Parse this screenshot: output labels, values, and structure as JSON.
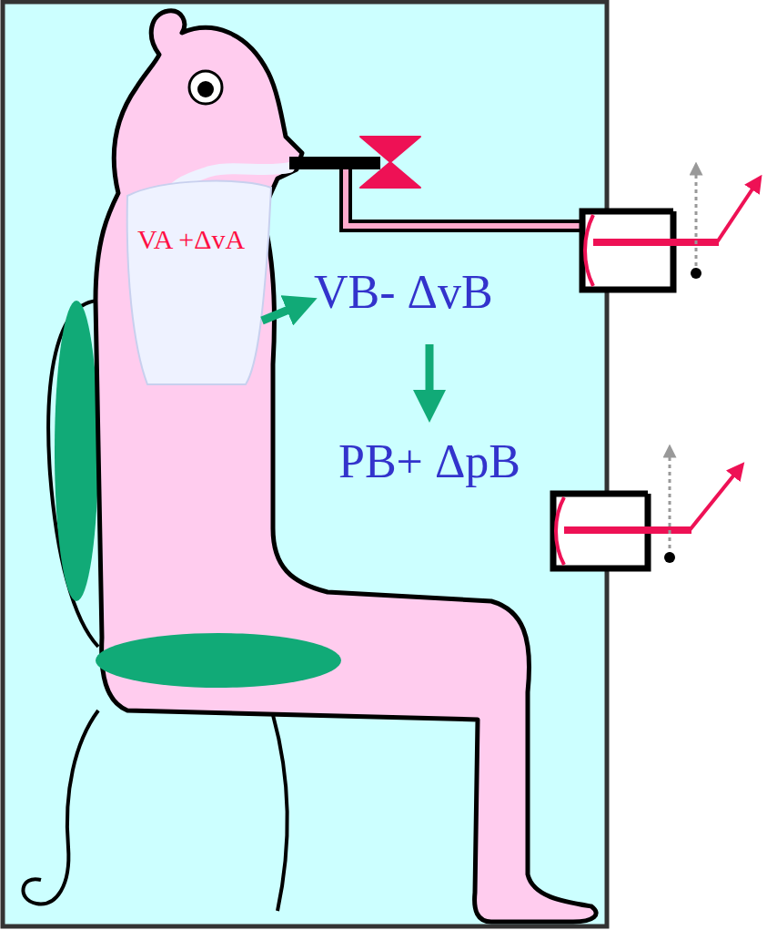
{
  "diagram": {
    "labels": [
      "VA +ΔvA",
      "VB- ΔvB",
      "PB+ ΔpB"
    ]
  }
}
